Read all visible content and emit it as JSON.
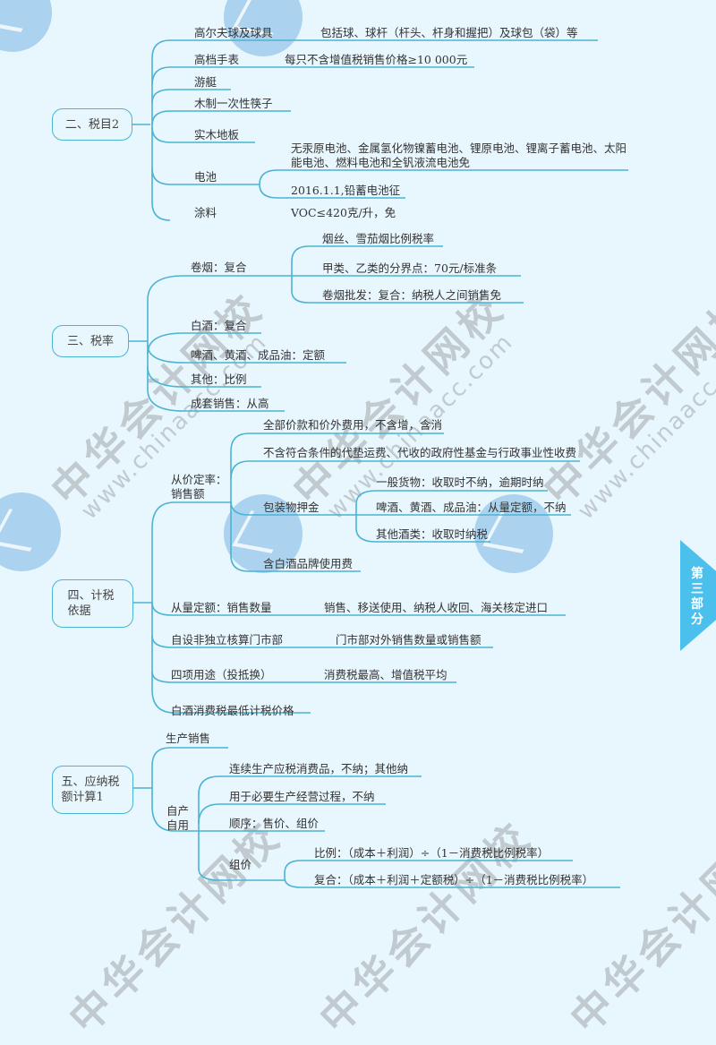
{
  "side_tab": {
    "label": "第三部分",
    "color": "#4cc0ec"
  },
  "colors": {
    "line": "#4bb3d3",
    "background": "#e8f6fd"
  },
  "watermark": {
    "brand": "中华会计网校",
    "url": "www.chinaacc.com"
  },
  "sections": [
    {
      "title": "二、税目2",
      "items": [
        {
          "label": "高尔夫球及球具",
          "detail": "包括球、球杆（杆头、杆身和握把）及球包（袋）等"
        },
        {
          "label": "高档手表",
          "detail": "每只不含增值税销售价格≥10 000元"
        },
        {
          "label": "游艇"
        },
        {
          "label": "木制一次性筷子"
        },
        {
          "label": "实木地板"
        },
        {
          "label": "电池",
          "children": [
            {
              "label": "无汞原电池、金属氢化物镍蓄电池、锂原电池、锂离子蓄电池、太阳能电池、燃料电池和全钒液流电池免"
            },
            {
              "label": "2016.1.1,铅蓄电池征"
            }
          ]
        },
        {
          "label": "涂料",
          "detail": "VOC≤420克/升，免"
        }
      ]
    },
    {
      "title": "三、税率",
      "items": [
        {
          "label": "卷烟：复合",
          "children": [
            {
              "label": "烟丝、雪茄烟比例税率"
            },
            {
              "label": "甲类、乙类的分界点：70元/标准条"
            },
            {
              "label": "卷烟批发：复合：纳税人之间销售免"
            }
          ]
        },
        {
          "label": "白酒：复合"
        },
        {
          "label": "啤酒、黄酒、成品油：定额"
        },
        {
          "label": "其他：比例"
        },
        {
          "label": "成套销售：从高"
        }
      ]
    },
    {
      "title": "四、计税依据",
      "items": [
        {
          "label": "从价定率：销售额",
          "children": [
            {
              "label": "全部价款和价外费用，不含增，含消"
            },
            {
              "label": "不含符合条件的代垫运费、代收的政府性基金与行政事业性收费"
            },
            {
              "label": "包装物押金",
              "children": [
                {
                  "label": "一般货物：收取时不纳，逾期时纳"
                },
                {
                  "label": "啤酒、黄酒、成品油：从量定额，不纳"
                },
                {
                  "label": "其他酒类：收取时纳税"
                }
              ]
            },
            {
              "label": "含白酒品牌使用费"
            }
          ]
        },
        {
          "label": "从量定额：销售数量",
          "detail": "销售、移送使用、纳税人收回、海关核定进口"
        },
        {
          "label": "自设非独立核算门市部",
          "detail": "门市部对外销售数量或销售额"
        },
        {
          "label": "四项用途（投抵换）",
          "detail": "消费税最高、增值税平均"
        },
        {
          "label": "白酒消费税最低计税价格"
        }
      ]
    },
    {
      "title": "五、应纳税额计算1",
      "items": [
        {
          "label": "生产销售"
        },
        {
          "label": "自产自用",
          "children": [
            {
              "label": "连续生产应税消费品，不纳；其他纳"
            },
            {
              "label": "用于必要生产经营过程，不纳"
            },
            {
              "label": "顺序：售价、组价"
            },
            {
              "label": "组价",
              "children": [
                {
                  "label": "比例：（成本＋利润）÷（1－消费税比例税率）"
                },
                {
                  "label": "复合：（成本＋利润＋定额税）÷（1－消费税比例税率）"
                }
              ]
            }
          ]
        }
      ]
    }
  ]
}
